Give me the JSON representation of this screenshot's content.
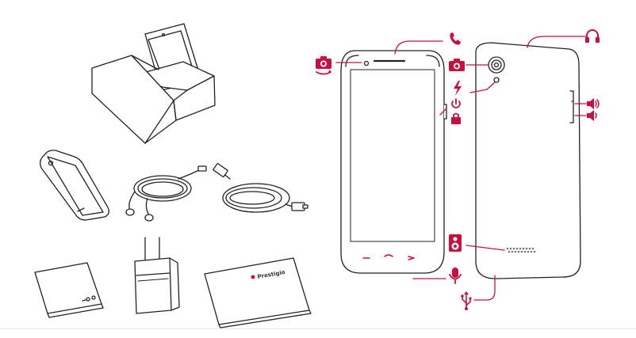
{
  "colors": {
    "line": "#222222",
    "accent": "#c8103e",
    "speaker_grille": "#777777",
    "background": "#ffffff"
  },
  "package_contents": [
    {
      "name": "phone-in-box"
    },
    {
      "name": "back-cover"
    },
    {
      "name": "earphones"
    },
    {
      "name": "usb-cable"
    },
    {
      "name": "battery"
    },
    {
      "name": "charger"
    },
    {
      "name": "quick-guide",
      "brand": "Prestigio"
    }
  ],
  "callouts": {
    "front": [
      {
        "icon": "front-camera-icon"
      },
      {
        "icon": "earpiece-phone-icon"
      },
      {
        "icon": "power-lock-icon"
      },
      {
        "icon": "microphone-icon"
      }
    ],
    "back": [
      {
        "icon": "headphone-jack-icon"
      },
      {
        "icon": "rear-camera-icon"
      },
      {
        "icon": "flash-icon"
      },
      {
        "icon": "volume-up-icon"
      },
      {
        "icon": "volume-down-icon"
      },
      {
        "icon": "loudspeaker-icon"
      },
      {
        "icon": "usb-port-icon"
      }
    ]
  }
}
